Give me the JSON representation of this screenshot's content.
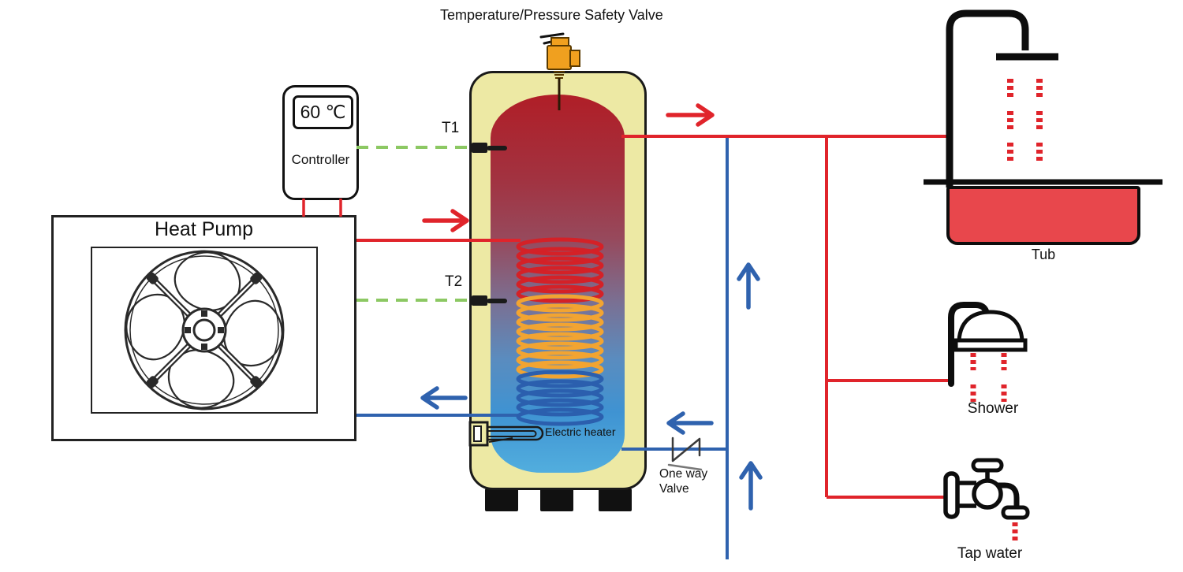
{
  "diagram": {
    "title": "Temperature/Pressure Safety Valve",
    "controller": {
      "temperature": "60 ℃",
      "label": "Controller"
    },
    "heat_pump": {
      "label": "Heat Pump"
    },
    "tank": {
      "sensor_top_label": "T1",
      "sensor_mid_label": "T2",
      "heater_label": "Electric heater"
    },
    "one_way_valve_label": "One way\nValve",
    "fixtures": {
      "tub_label": "Tub",
      "shower_label": "Shower",
      "tap_label": "Tap water"
    }
  },
  "icons": [
    "safety-valve-icon",
    "fan-icon",
    "shower-head-icon",
    "faucet-icon",
    "tub-icon",
    "one-way-valve-icon",
    "electric-heater-icon",
    "temp-sensor-t1-icon",
    "temp-sensor-t2-icon",
    "flow-arrow-hot",
    "flow-arrow-cold",
    "water-droplets"
  ],
  "colors": {
    "pipe-hot": "#e0242b",
    "pipe-cold": "#2f62ae",
    "signal": "#8cc863",
    "tank-shell": "#ede9a4",
    "coil-hot": "#d42127",
    "coil-mid": "#f2a431",
    "coil-cold": "#2b5fae",
    "tub-water": "#e8474c",
    "valve-body": "#f0a01f"
  }
}
